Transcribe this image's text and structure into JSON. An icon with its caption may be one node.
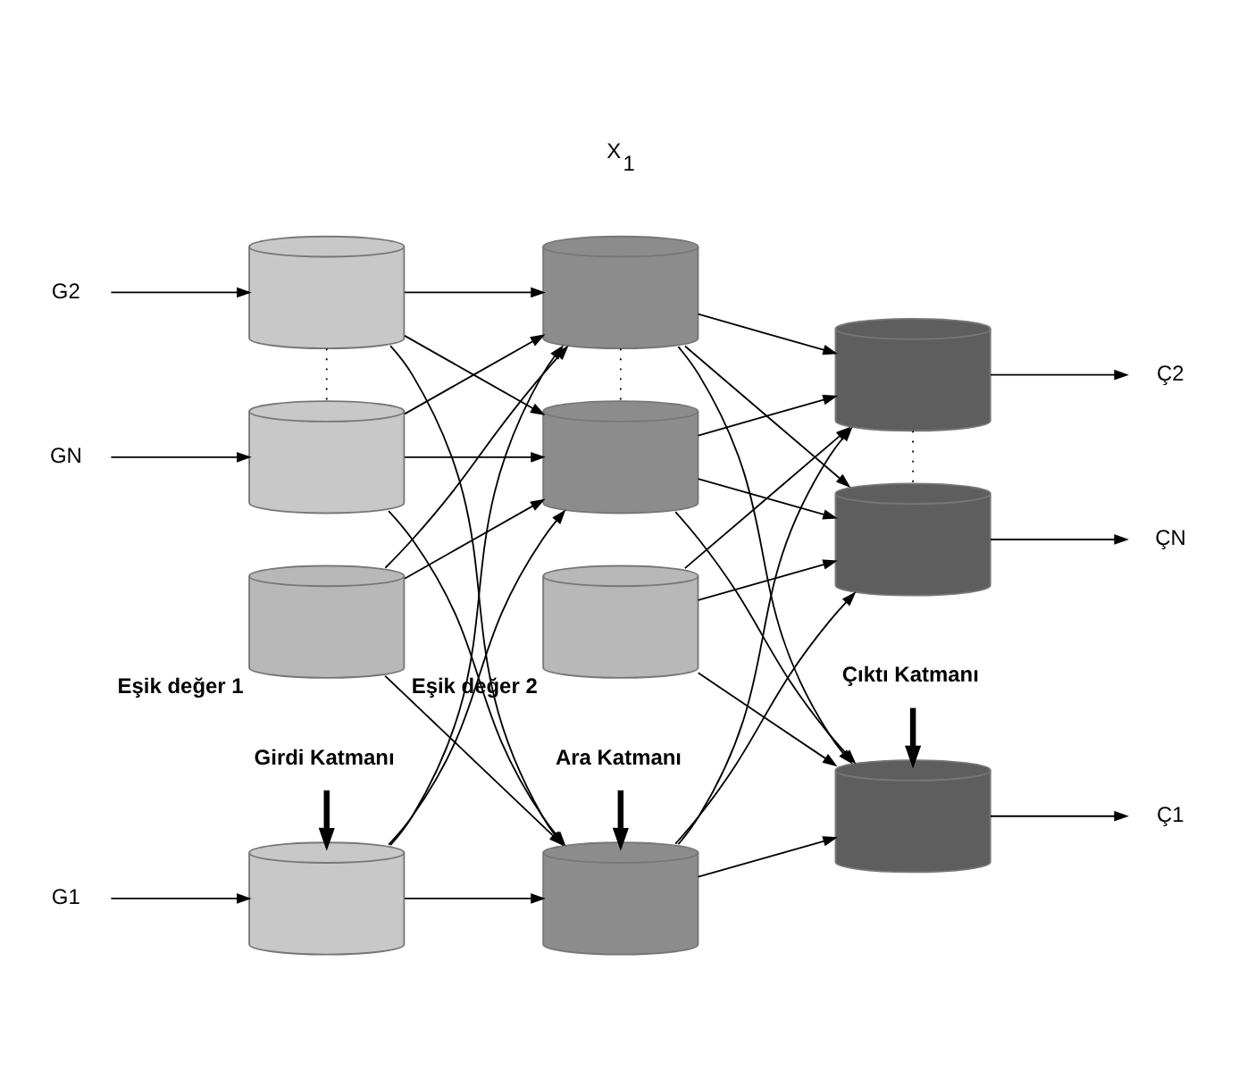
{
  "diagram": {
    "nodes": [
      {
        "text": [
          "Girdi Katmanı"
        ]
      },
      {
        "text": [
          "Ara Katmanı"
        ]
      },
      {
        "text": [
          "Çıktı Katmanı"
        ]
      },
      {
        "text": [
          "G1"
        ]
      },
      {
        "text": [],
        "shape": "cylinder"
      },
      {
        "text": [],
        "shape": "cylinder"
      },
      {
        "text": [],
        "shape": "cylinder"
      },
      {
        "text": [
          "Ç1"
        ]
      },
      {
        "text": [
          "G2"
        ]
      },
      {
        "text": [],
        "shape": "cylinder"
      },
      {
        "text": [],
        "shape": "cylinder"
      },
      {
        "text": [],
        "shape": "cylinder"
      },
      {
        "text": [
          "Ç2"
        ]
      },
      {
        "text": [
          "GN"
        ]
      },
      {
        "text": [],
        "shape": "cylinder"
      },
      {
        "text": [],
        "shape": "cylinder"
      },
      {
        "text": [],
        "shape": "cylinder"
      },
      {
        "text": [
          "ÇN"
        ]
      },
      {
        "text": [],
        "shape": "cylinder",
        "beside": [
          "Eşik değer 1"
        ]
      },
      {
        "text": [],
        "shape": "cylinder",
        "beside": [
          "Eşik değer 2"
        ]
      }
    ],
    "edges": [
      {
        "from": 0,
        "to": 4,
        "arrow": "to",
        "style": "thick"
      },
      {
        "from": 1,
        "to": 5,
        "arrow": "to",
        "style": "thick"
      },
      {
        "from": 2,
        "to": 6,
        "arrow": "to",
        "style": "thick"
      },
      {
        "from": 3,
        "to": 4,
        "arrow": "to"
      },
      {
        "from": 8,
        "to": 9,
        "arrow": "to"
      },
      {
        "from": 13,
        "to": 14,
        "arrow": "to"
      },
      {
        "from": 4,
        "to": 5,
        "arrow": "to"
      },
      {
        "from": 4,
        "to": 10,
        "arrow": "to"
      },
      {
        "from": 4,
        "to": 15,
        "arrow": "to"
      },
      {
        "from": 9,
        "to": 5,
        "arrow": "to"
      },
      {
        "from": 9,
        "to": 10,
        "arrow": "to"
      },
      {
        "from": 9,
        "to": 15,
        "arrow": "to"
      },
      {
        "from": 14,
        "to": 5,
        "arrow": "to"
      },
      {
        "from": 14,
        "to": 10,
        "arrow": "to"
      },
      {
        "from": 14,
        "to": 15,
        "arrow": "to"
      },
      {
        "from": 18,
        "to": 5,
        "arrow": "to"
      },
      {
        "from": 18,
        "to": 10,
        "arrow": "to"
      },
      {
        "from": 18,
        "to": 15,
        "arrow": "to"
      },
      {
        "from": 5,
        "to": 6,
        "arrow": "to"
      },
      {
        "from": 5,
        "to": 11,
        "arrow": "to"
      },
      {
        "from": 5,
        "to": 16,
        "arrow": "to"
      },
      {
        "from": 10,
        "to": 6,
        "arrow": "to"
      },
      {
        "from": 10,
        "to": 11,
        "arrow": "to"
      },
      {
        "from": 10,
        "to": 16,
        "arrow": "to"
      },
      {
        "from": 15,
        "to": 6,
        "arrow": "to"
      },
      {
        "from": 15,
        "to": 11,
        "arrow": "to"
      },
      {
        "from": 15,
        "to": 16,
        "arrow": "to"
      },
      {
        "from": 19,
        "to": 6,
        "arrow": "to"
      },
      {
        "from": 19,
        "to": 11,
        "arrow": "to"
      },
      {
        "from": 19,
        "to": 16,
        "arrow": "to"
      },
      {
        "from": 6,
        "to": 7,
        "arrow": "to"
      },
      {
        "from": 11,
        "to": 12,
        "arrow": "to"
      },
      {
        "from": 16,
        "to": 17,
        "arrow": "to"
      },
      {
        "from": 9,
        "to": 14,
        "arrow": "none",
        "style": "dashed"
      },
      {
        "from": 10,
        "to": 15,
        "arrow": "none",
        "style": "dashed"
      },
      {
        "from": 11,
        "to": 16,
        "arrow": "none",
        "style": "dashed"
      }
    ],
    "labels": [
      "X$_{1}$"
    ]
  }
}
